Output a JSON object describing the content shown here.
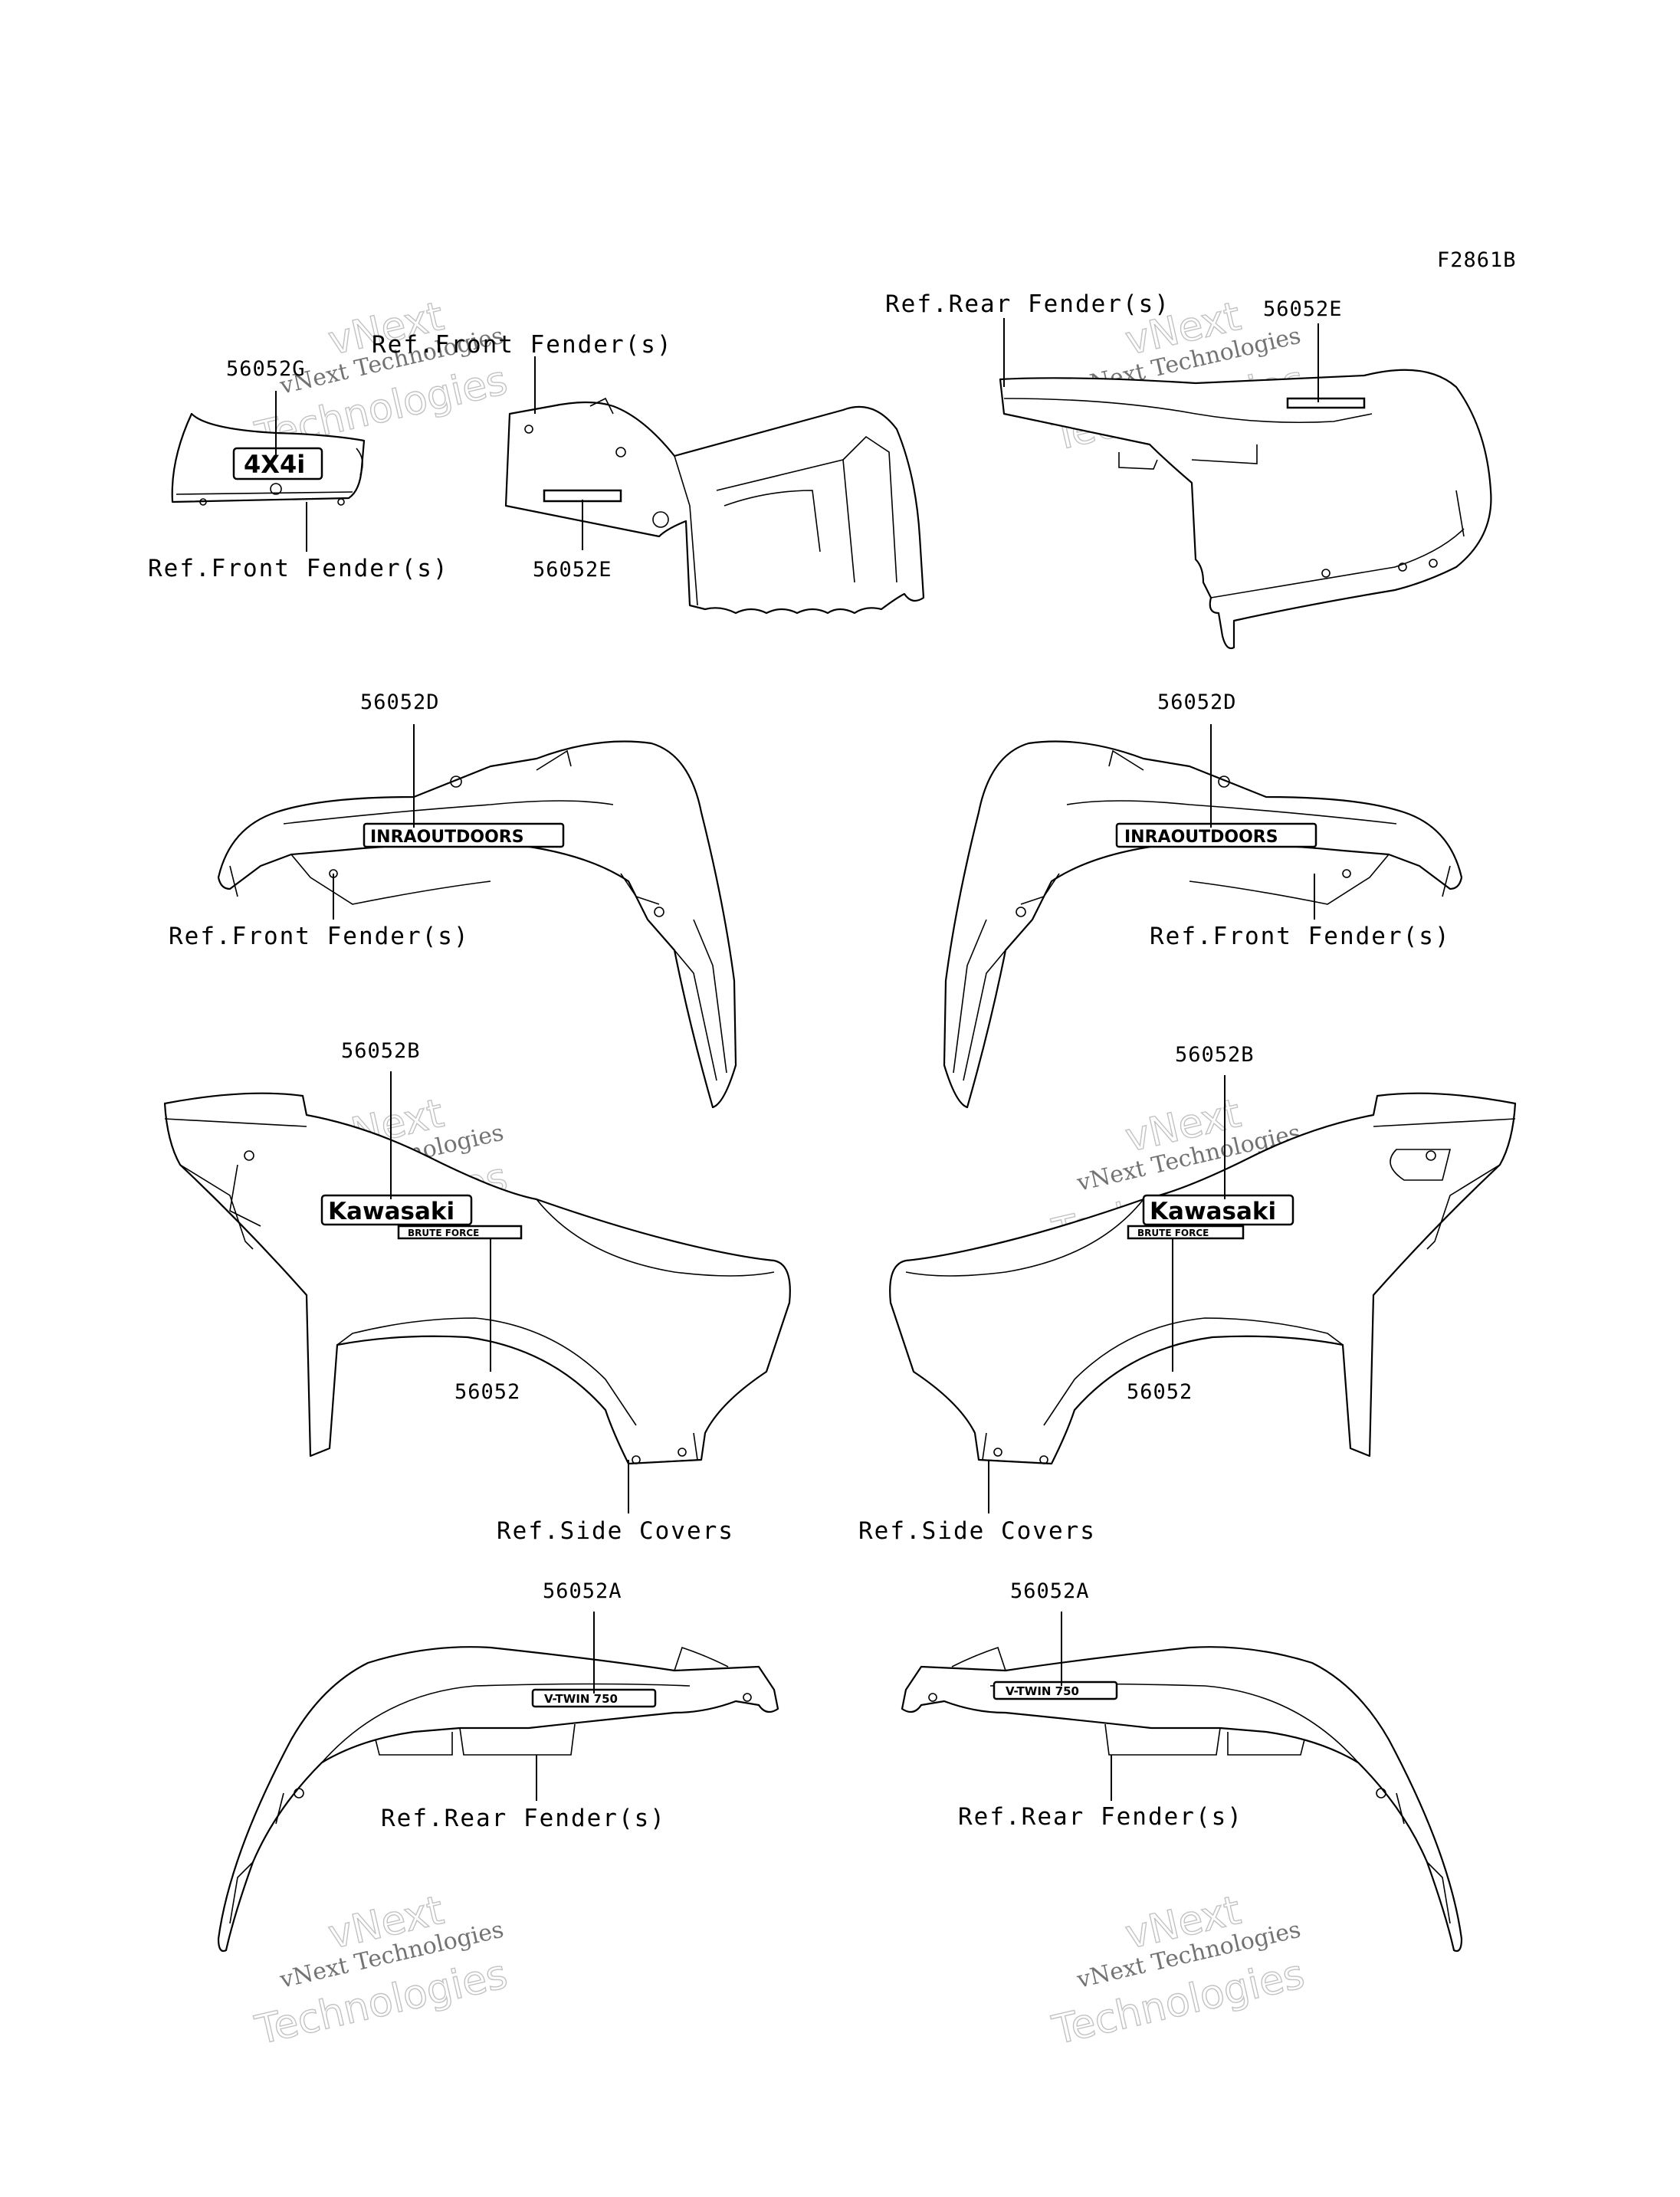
{
  "figure_id": "F2861B",
  "watermark": {
    "line1": "vNext Technologies",
    "line2": "vNext",
    "line3": "Technologies"
  },
  "decals": {
    "d4x4": "4X4i",
    "inra_l": "INRAOUTDOORS",
    "inra_r": "INRAOUTDOORS",
    "kaw_l": "Kawasaki",
    "kaw_r": "Kawasaki",
    "brute_l": "BRUTE FORCE",
    "brute_r": "BRUTE FORCE",
    "v_l": "V-TWIN 750",
    "v_r": "V-TWIN 750"
  },
  "labels": {
    "rear_fender_top": "Ref.Rear Fender(s)",
    "code_56052E_top": "56052E",
    "front_fender_top": "Ref.Front Fender(s)",
    "code_56052G": "56052G",
    "front_fender_small": "Ref.Front Fender(s)",
    "code_56052E_mid": "56052E",
    "code_56052D_left": "56052D",
    "code_56052D_right": "56052D",
    "front_fender_left": "Ref.Front Fender(s)",
    "front_fender_right": "Ref.Front Fender(s)",
    "code_56052B_left": "56052B",
    "code_56052B_right": "56052B",
    "code_56052_left": "56052",
    "code_56052_right": "56052",
    "side_covers_left": "Ref.Side Covers",
    "side_covers_right": "Ref.Side Covers",
    "code_56052A_left": "56052A",
    "code_56052A_right": "56052A",
    "rear_fender_left": "Ref.Rear Fender(s)",
    "rear_fender_right": "Ref.Rear Fender(s)"
  }
}
